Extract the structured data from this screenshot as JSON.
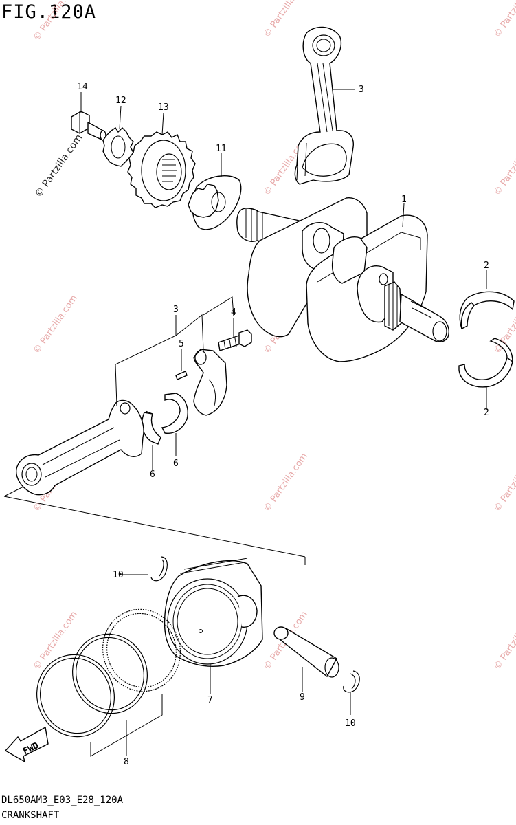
{
  "figure": {
    "title": "FIG.120A"
  },
  "footer": {
    "code": "DL650AM3_E03_E28_120A",
    "name": "CRANKSHAFT"
  },
  "watermark": {
    "text": "© Partzilla.com",
    "color": "#e7a9a9"
  },
  "fwd_label": "FWD",
  "callouts": {
    "c1": "1",
    "c2a": "2",
    "c2b": "2",
    "c3a": "3",
    "c3b": "3",
    "c4": "4",
    "c5": "5",
    "c6a": "6",
    "c6b": "6",
    "c7": "7",
    "c8": "8",
    "c9": "9",
    "c10a": "10",
    "c10b": "10",
    "c11": "11",
    "c12": "12",
    "c13": "13",
    "c14": "14"
  }
}
